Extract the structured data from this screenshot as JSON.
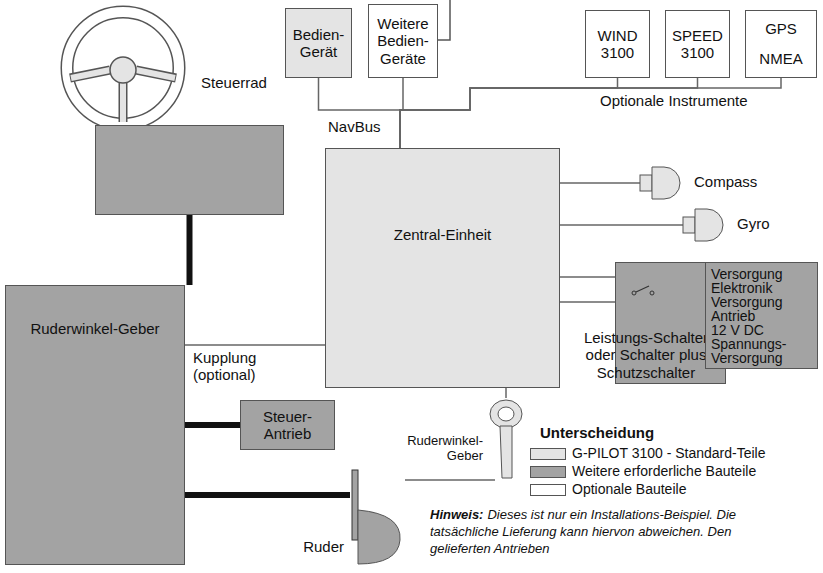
{
  "diagram": {
    "nodes": [
      {
        "text": [
          "Steuerrad"
        ]
      },
      {
        "text": [
          "Bedien-Gerät"
        ]
      },
      {
        "text": [
          "Weitere Bedien-Geräte"
        ]
      },
      {
        "text": [
          "WIND 3100"
        ]
      },
      {
        "text": [
          "SPEED 3100"
        ]
      },
      {
        "text": [
          "GPS",
          "NMEA"
        ]
      },
      {
        "text": [
          "Zentral-Einheit"
        ]
      },
      {
        "text": [
          "Compass"
        ]
      },
      {
        "text": [
          "Gyro"
        ]
      },
      {
        "text": [
          "Leistungs-Schalter oder Schalter plus Schutzschalter"
        ]
      },
      {
        "text": [
          "Versorgung Elektronik",
          "Versorgung Antrieb",
          "12 V DC Spannungs-Versorgung"
        ]
      },
      {
        "text": [
          "Ruderwinkel-Geber"
        ]
      },
      {
        "text": [
          "Steuer-Antrieb"
        ]
      },
      {
        "text": [
          "Ruderwinkel-Geber"
        ]
      },
      {
        "text": [
          "Ruder"
        ]
      }
    ],
    "edges": [
      {
        "from": 0,
        "to": 11,
        "arrow": "none"
      },
      {
        "from": 6,
        "to": 1,
        "arrow": "none"
      },
      {
        "from": 6,
        "to": 2,
        "arrow": "none"
      },
      {
        "from": 6,
        "to": 3,
        "arrow": "none"
      },
      {
        "from": 6,
        "to": 4,
        "arrow": "none"
      },
      {
        "from": 6,
        "to": 5,
        "arrow": "none"
      },
      {
        "from": 6,
        "to": 7,
        "arrow": "none"
      },
      {
        "from": 6,
        "to": 8,
        "arrow": "none"
      },
      {
        "from": 6,
        "to": 9,
        "arrow": "none"
      },
      {
        "from": 6,
        "to": 9,
        "arrow": "none"
      },
      {
        "from": 9,
        "to": 10,
        "arrow": "none"
      },
      {
        "from": 9,
        "to": 10,
        "arrow": "none"
      },
      {
        "from": 6,
        "to": 11,
        "label": "Kupplung (optional)",
        "arrow": "none"
      },
      {
        "from": 11,
        "to": 12,
        "arrow": "none"
      },
      {
        "from": 11,
        "to": 14,
        "arrow": "none"
      },
      {
        "from": 6,
        "to": 13,
        "arrow": "none"
      },
      {
        "from": 13,
        "to": 14,
        "arrow": "none"
      }
    ],
    "labels": [
      "NavBus",
      "Optionale Instrumente",
      "Unterscheidung",
      "Hinweis:",
      "Dieses ist nur ein Installations-Beispiel. Die tatsächliche Lieferung kann hiervon abweichen. Den gelieferten Antrieben"
    ],
    "legend": [
      {
        "text": "G-PILOT 3100 - Standard-Teile",
        "color": "#e4e4e4"
      },
      {
        "text": "Weitere erforderliche Bauteile",
        "color": "#a3a3a3"
      },
      {
        "text": "Optionale Bauteile",
        "color": "#ffffff"
      }
    ]
  }
}
